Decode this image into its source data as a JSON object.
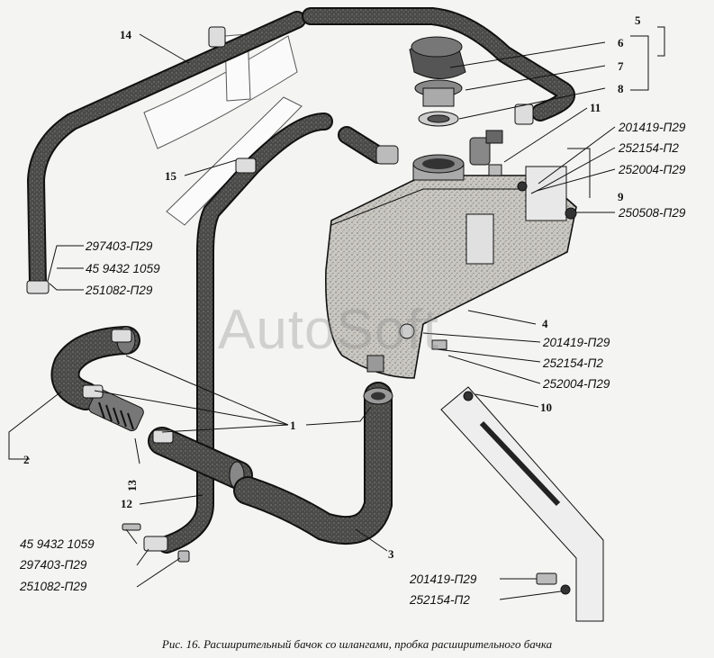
{
  "caption": "Рис. 16. Расширительный бачок со шлангами, пробка расширительного бачка",
  "watermark": "AutoSoft",
  "callouts": {
    "n1": "1",
    "n2": "2",
    "n3": "3",
    "n4": "4",
    "n5": "5",
    "n6": "6",
    "n7": "7",
    "n8": "8",
    "n9": "9",
    "n10": "10",
    "n11": "11",
    "n12": "12",
    "n13": "13",
    "n14": "14",
    "n15": "15"
  },
  "part_labels": {
    "upper_right_1": "201419-П29",
    "upper_right_2": "252154-П2",
    "upper_right_3": "252004-П29",
    "upper_right_4": "250508-П29",
    "left_top_1": "297403-П29",
    "left_top_2": "45 9432 1059",
    "left_top_3": "251082-П29",
    "mid_right_1": "201419-П29",
    "mid_right_2": "252154-П2",
    "mid_right_3": "252004-П29",
    "left_bottom_1": "45 9432 1059",
    "left_bottom_2": "297403-П29",
    "left_bottom_3": "251082-П29",
    "bottom_right_1": "201419-П29",
    "bottom_right_2": "252154-П2"
  },
  "colors": {
    "line": "#111111",
    "hose": "#3a3a3a",
    "tank": "#d6d4cf",
    "background": "#f4f4f2"
  }
}
